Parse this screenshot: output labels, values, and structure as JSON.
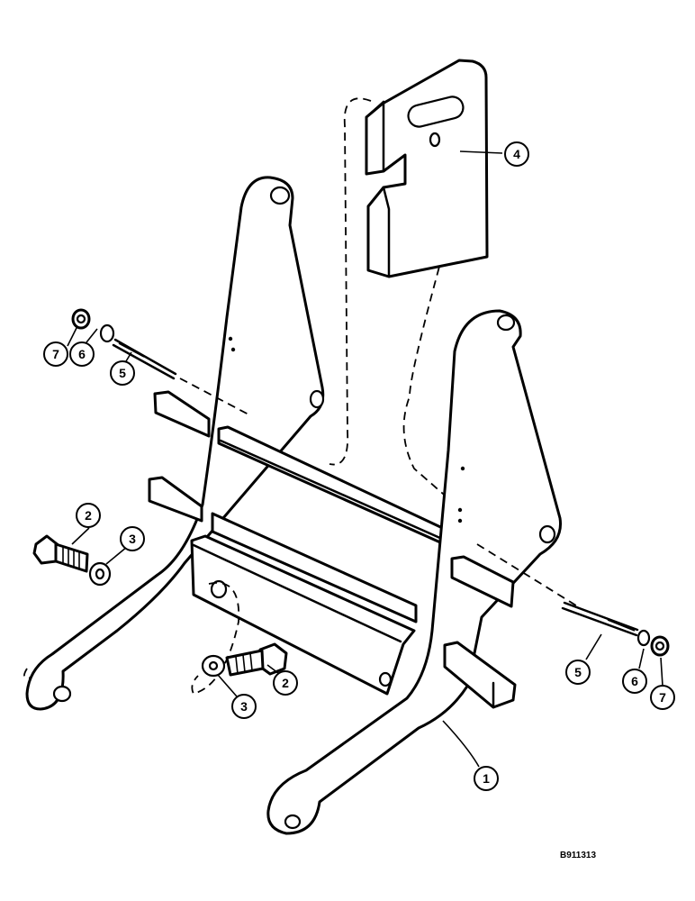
{
  "callouts": [
    {
      "id": "c1",
      "label": "1"
    },
    {
      "id": "c2a",
      "label": "2"
    },
    {
      "id": "c2b",
      "label": "2"
    },
    {
      "id": "c3a",
      "label": "3"
    },
    {
      "id": "c3b",
      "label": "3"
    },
    {
      "id": "c4",
      "label": "4"
    },
    {
      "id": "c5a",
      "label": "5"
    },
    {
      "id": "c5b",
      "label": "5"
    },
    {
      "id": "c6a",
      "label": "6"
    },
    {
      "id": "c6b",
      "label": "6"
    },
    {
      "id": "c7a",
      "label": "7"
    },
    {
      "id": "c7b",
      "label": "7"
    }
  ],
  "drawing_code": "B911313"
}
